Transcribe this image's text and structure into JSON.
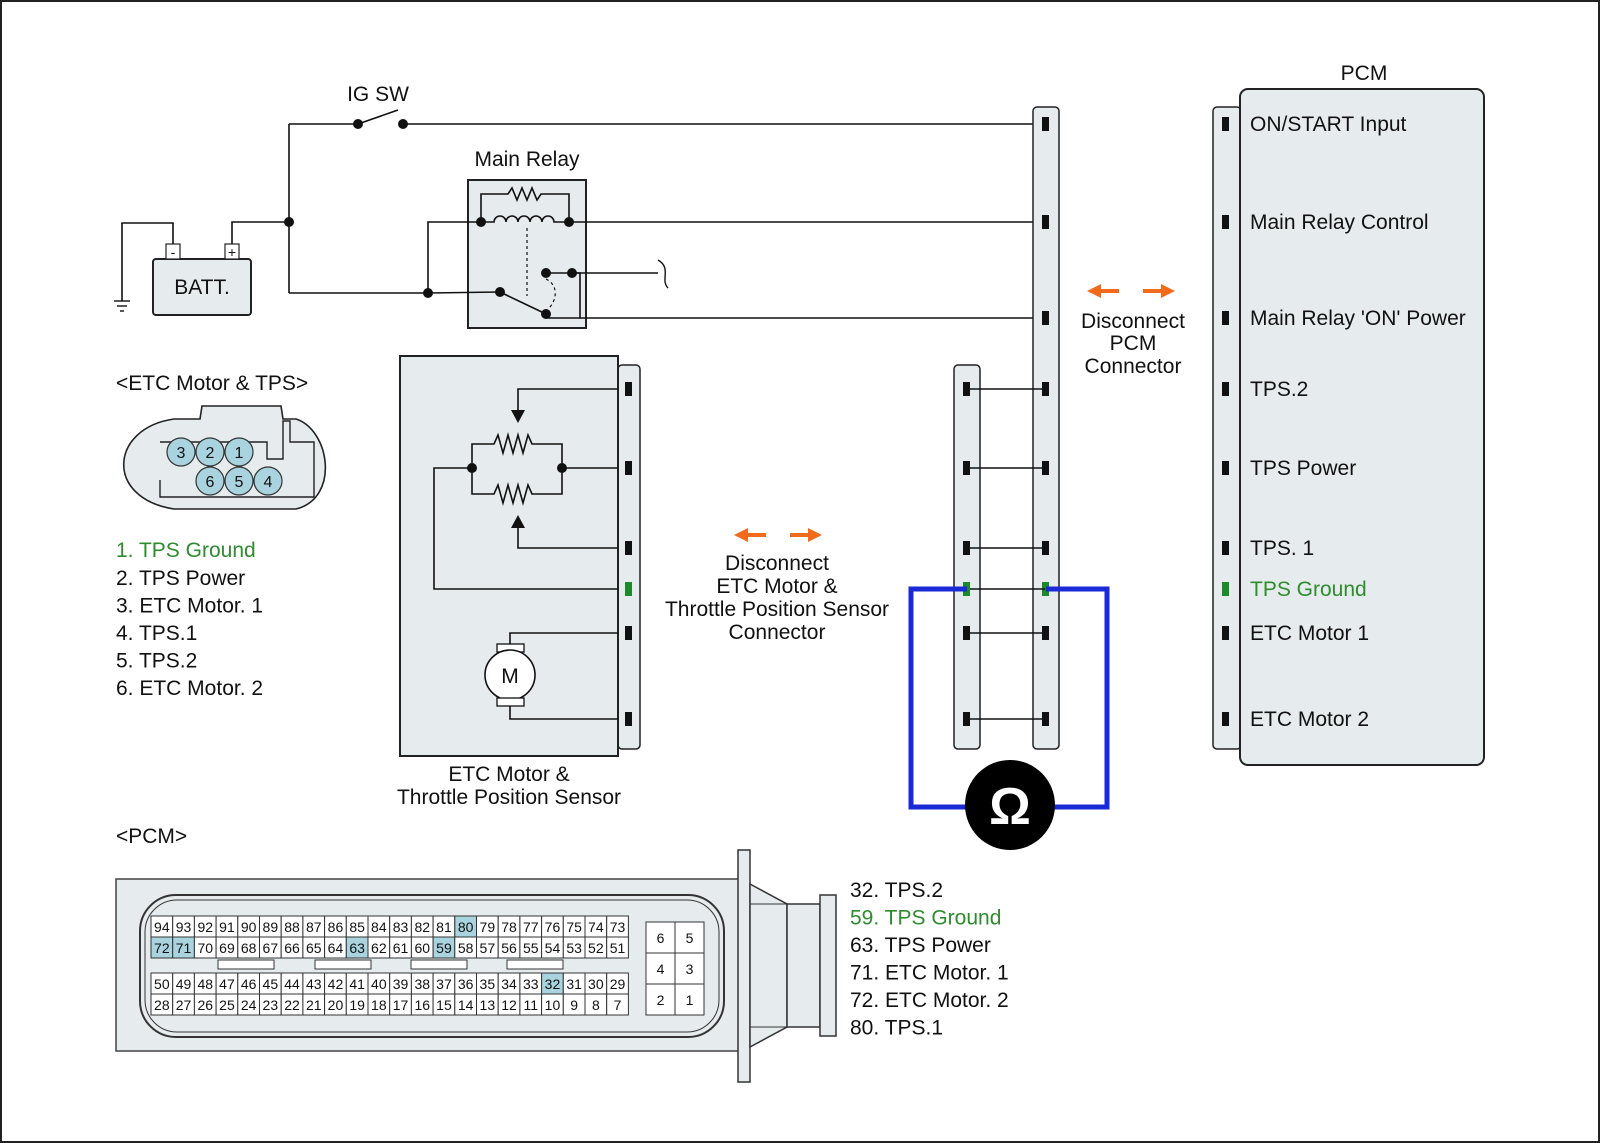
{
  "labels": {
    "ig_sw": "IG SW",
    "main_relay": "Main Relay",
    "batt": "BATT.",
    "batt_minus": "-",
    "batt_plus": "+",
    "etc_header": "<ETC Motor & TPS>",
    "etc_caption_1": "ETC Motor &",
    "etc_caption_2": "Throttle Position Sensor",
    "motor": "M",
    "pcm_title": "PCM",
    "pcm_header": "<PCM>",
    "disconnect_pcm": [
      "Disconnect",
      "PCM",
      "Connector"
    ],
    "disconnect_etc": [
      "Disconnect",
      "ETC Motor &",
      "Throttle Position Sensor",
      "Connector"
    ],
    "ohm": "Ω"
  },
  "etc_connector_pins": [
    "3",
    "2",
    "1",
    "6",
    "5",
    "4"
  ],
  "etc_legend": [
    "1. TPS Ground",
    "2. TPS Power",
    "3. ETC Motor. 1",
    "4. TPS.1",
    "5. TPS.2",
    "6. ETC Motor. 2"
  ],
  "pcm_terminals": [
    "ON/START Input",
    "Main Relay Control",
    "Main Relay 'ON' Power",
    "TPS.2",
    "TPS Power",
    "TPS. 1",
    "TPS Ground",
    "ETC Motor 1",
    "ETC Motor 2"
  ],
  "pcm_legend": [
    "32. TPS.2",
    "59. TPS Ground",
    "63. TPS Power",
    "71. ETC Motor. 1",
    "72. ETC Motor. 2",
    "80. TPS.1"
  ],
  "pcm_connector": {
    "row1": [
      "94",
      "93",
      "92",
      "91",
      "90",
      "89",
      "88",
      "87",
      "86",
      "85",
      "84",
      "83",
      "82",
      "81",
      "80",
      "79",
      "78",
      "77",
      "76",
      "75",
      "74",
      "73"
    ],
    "row2": [
      "72",
      "71",
      "70",
      "69",
      "68",
      "67",
      "66",
      "65",
      "64",
      "63",
      "62",
      "61",
      "60",
      "59",
      "58",
      "57",
      "56",
      "55",
      "54",
      "53",
      "52",
      "51"
    ],
    "row3": [
      "50",
      "49",
      "48",
      "47",
      "46",
      "45",
      "44",
      "43",
      "42",
      "41",
      "40",
      "39",
      "38",
      "37",
      "36",
      "35",
      "34",
      "33",
      "32",
      "31",
      "30",
      "29"
    ],
    "row4": [
      "28",
      "27",
      "26",
      "25",
      "24",
      "23",
      "22",
      "21",
      "20",
      "19",
      "18",
      "17",
      "16",
      "15",
      "14",
      "13",
      "12",
      "11",
      "10",
      "9",
      "8",
      "7"
    ],
    "small": [
      [
        "6",
        "5"
      ],
      [
        "4",
        "3"
      ],
      [
        "2",
        "1"
      ]
    ],
    "highlighted": [
      "80",
      "72",
      "71",
      "63",
      "59",
      "32"
    ]
  },
  "colors": {
    "highlight_text": "#2e8b2e",
    "meter_lead": "#1a2ad6",
    "arrow": "#f26b1d",
    "pin_highlight": "#a9d3de"
  }
}
